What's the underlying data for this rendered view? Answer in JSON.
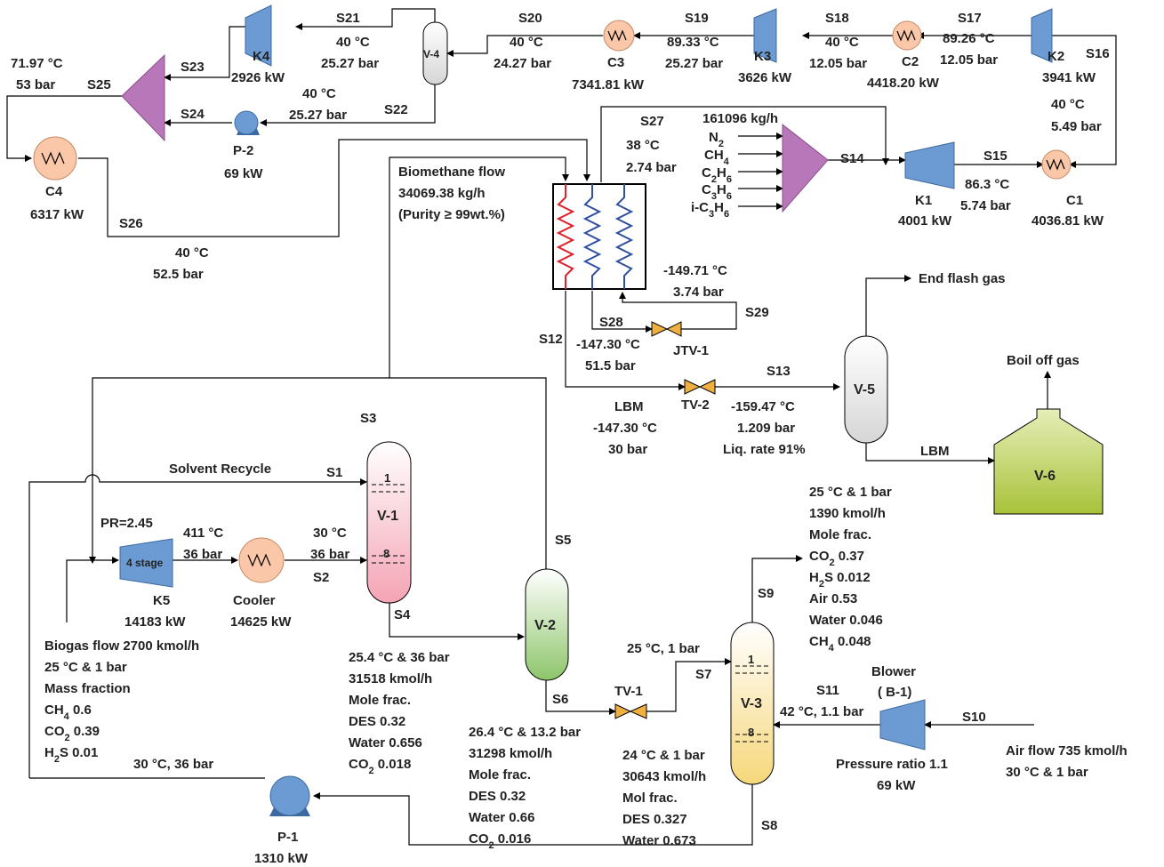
{
  "colors": {
    "compressor": "#6B9BD2",
    "mixer": "#B777B8",
    "cooler": "#FAC8A8",
    "pump": "#6B9BD2",
    "hot_coil": "#E0202A",
    "cold_coil": "#2F4FA0",
    "valve": "#F0B040",
    "v1_fill": "#F4A3B4",
    "v2_fill": "#8DC56A",
    "v3_fill": "#F6D77A",
    "v4_v5_fill": "#D6D6D6",
    "v6_fill": "#A8C23A"
  },
  "streams": {
    "S1": "S1",
    "S2": "S2",
    "S3": "S3",
    "S4": "S4",
    "S5": "S5",
    "S6": "S6",
    "S7": "S7",
    "S8": "S8",
    "S9": "S9",
    "S10": "S10",
    "S11": "S11",
    "S12": "S12",
    "S13": "S13",
    "S14": "S14",
    "S15": "S15",
    "S16": "S16",
    "S17": "S17",
    "S18": "S18",
    "S19": "S19",
    "S20": "S20",
    "S21": "S21",
    "S22": "S22",
    "S23": "S23",
    "S24": "S24",
    "S25": "S25",
    "S26": "S26",
    "S27": "S27",
    "S28": "S28",
    "S29": "S29"
  },
  "equipment": {
    "K1": {
      "name": "K1",
      "duty": "4001 kW"
    },
    "K2": {
      "name": "K2",
      "duty": "3941 kW"
    },
    "K3": {
      "name": "K3",
      "duty": "3626 kW"
    },
    "K4": {
      "name": "K4",
      "duty": "2926 kW"
    },
    "K5": {
      "name": "K5",
      "duty": "14183 kW",
      "stage": "4 stage",
      "pr": "PR=2.45"
    },
    "C1": {
      "name": "C1",
      "duty": "4036.81 kW"
    },
    "C2": {
      "name": "C2",
      "duty": "4418.20 kW"
    },
    "C3": {
      "name": "C3",
      "duty": "7341.81 kW"
    },
    "C4": {
      "name": "C4",
      "duty": "6317 kW"
    },
    "P1": {
      "name": "P-1",
      "duty": "1310 kW"
    },
    "P2": {
      "name": "P-2",
      "duty": "69 kW"
    },
    "cooler": {
      "name": "Cooler",
      "duty": "14625 kW"
    },
    "V1": {
      "name": "V-1",
      "tray_top": "1",
      "tray_bot": "8"
    },
    "V2": {
      "name": "V-2"
    },
    "V3": {
      "name": "V-3",
      "tray_top": "1",
      "tray_bot": "8"
    },
    "V4": {
      "name": "V-4"
    },
    "V5": {
      "name": "V-5"
    },
    "V6": {
      "name": "V-6"
    },
    "TV1": {
      "name": "TV-1"
    },
    "TV2": {
      "name": "TV-2"
    },
    "JTV1": {
      "name": "JTV-1"
    },
    "blower": {
      "name": "Blower",
      "tag": "( B-1)",
      "pr": "Pressure ratio 1.1",
      "duty": "69 kW"
    }
  },
  "conditions": {
    "s25_t": "71.97 °C",
    "s25_p": "53 bar",
    "s21_t": "40 °C",
    "s21_p": "25.27 bar",
    "s22_t": "40 °C",
    "s22_p": "25.27 bar",
    "s20_t": "40 °C",
    "s20_p": "24.27 bar",
    "s19_t": "89.33 °C",
    "s19_p": "25.27 bar",
    "s18_t": "40 °C",
    "s18_p": "12.05 bar",
    "s17_t": "89.26 °C",
    "s17_p": "12.05 bar",
    "s16_t": "40 °C",
    "s16_p": "5.49 bar",
    "s26_t": "40 °C",
    "s26_p": "52.5 bar",
    "s27_t": "38 °C",
    "s27_p": "2.74 bar",
    "s27_flow": "161096 kg/h",
    "s15_t": "86.3 °C",
    "s15_p": "5.74 bar",
    "s29_t": "-149.71 °C",
    "s29_p": "3.74 bar",
    "s28_t": "-147.30 °C",
    "s28_p": "51.5 bar",
    "lbm_label": "LBM",
    "lbm_t": "-147.30 °C",
    "lbm_p": "30 bar",
    "s13_t": "-159.47 °C",
    "s13_p": "1.209 bar",
    "s13_liq": "Liq. rate 91%",
    "lbm_out": "LBM",
    "k5_out_t": "411 °C",
    "k5_out_p": "36 bar",
    "s2_t": "30 °C",
    "s2_p": "36 bar",
    "s7_cond": "25 °C, 1 bar",
    "s11_cond": "42 °C, 1.1 bar",
    "p1_out": "30 °C, 36 bar",
    "solvent_recycle": "Solvent Recycle"
  },
  "mixer_inputs": [
    "N2",
    "CH4",
    "C2H6",
    "C3H6",
    "i-C3H6"
  ],
  "outlets": {
    "end_flash": "End flash gas",
    "boil_off": "Boil off gas"
  },
  "biomethane": [
    "Biomethane flow",
    "34069.38 kg/h",
    "(Purity ≥ 99wt.%)"
  ],
  "biogas": [
    "Biogas flow 2700 kmol/h",
    "25 °C & 1 bar",
    "Mass fraction",
    "CH4 0.6",
    "CO2 0.39",
    "H2S 0.01"
  ],
  "s4_block": [
    "25.4 °C & 36 bar",
    "31518 kmol/h",
    "Mole frac.",
    "DES 0.32",
    "Water 0.656",
    "CO2 0.018"
  ],
  "s6_block": [
    "26.4 °C & 13.2 bar",
    "31298 kmol/h",
    "Mole frac.",
    "DES 0.32",
    "Water 0.66",
    "CO2 0.016"
  ],
  "s8_block": [
    "24 °C & 1 bar",
    "30643 kmol/h",
    "Mol frac.",
    "DES 0.327",
    "Water 0.673"
  ],
  "s9_block": [
    "25 °C & 1 bar",
    "1390 kmol/h",
    "Mole frac.",
    "CO2 0.37",
    "H2S 0.012",
    "Air 0.53",
    "Water 0.046",
    "CH4 0.048"
  ],
  "air": [
    "Air flow 735 kmol/h",
    "30 °C & 1 bar"
  ]
}
